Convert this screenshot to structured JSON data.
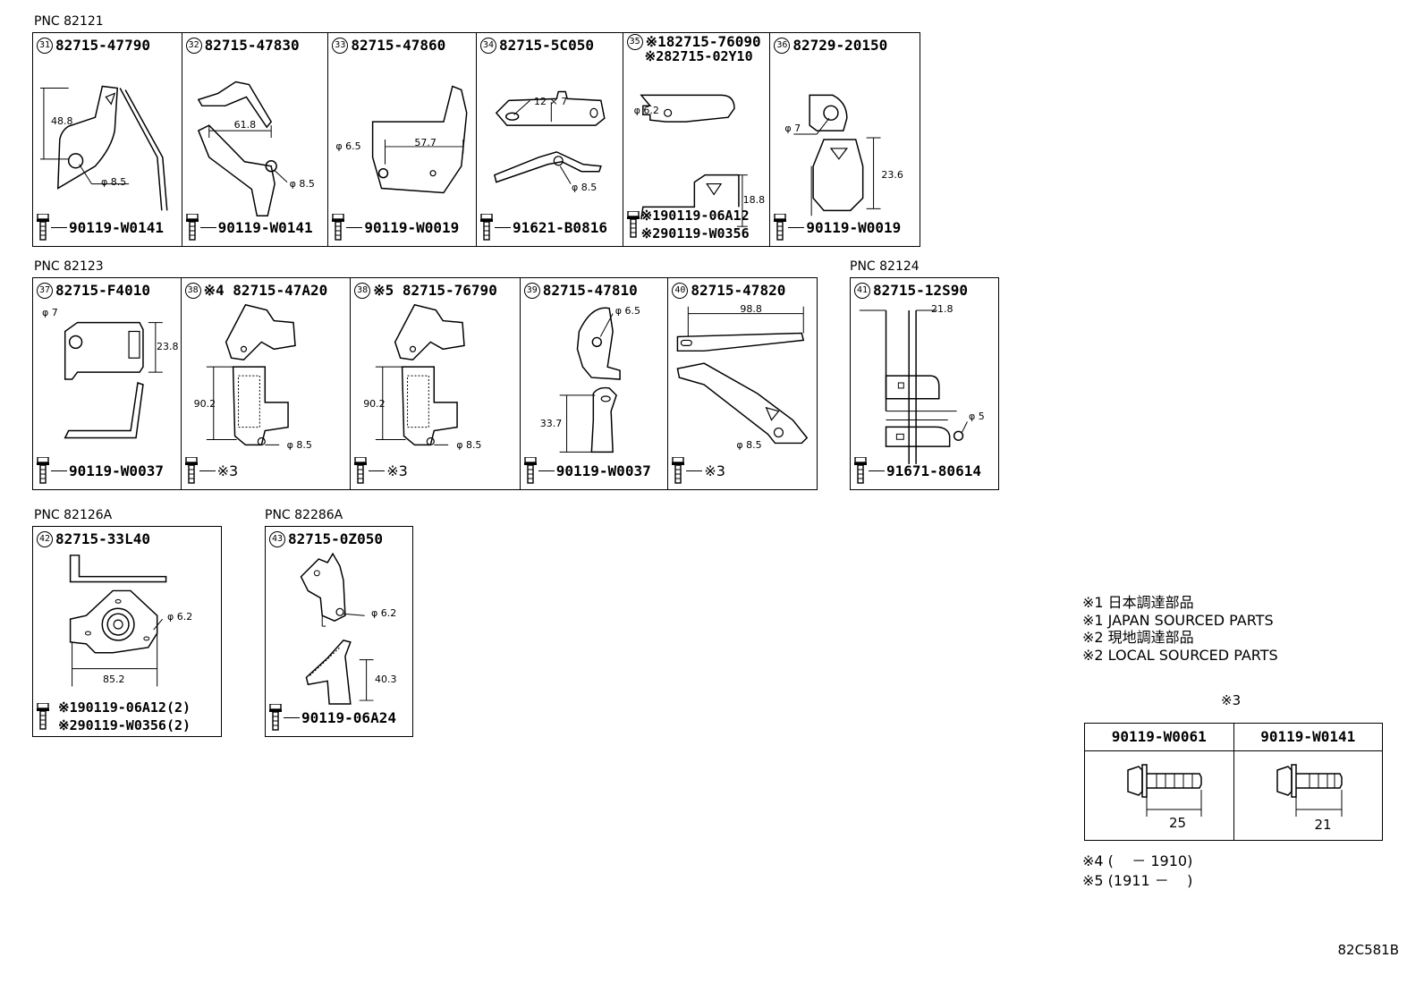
{
  "pnc_labels": [
    "PNC 82121",
    "PNC 82123",
    "PNC 82124",
    "PNC 82126A",
    "PNC 82286A"
  ],
  "row1": [
    {
      "no": "31",
      "part": "82715-47790",
      "bolt": "90119-W0141",
      "dims": [
        "48.8",
        "φ 8.5"
      ]
    },
    {
      "no": "32",
      "part": "82715-47830",
      "bolt": "90119-W0141",
      "dims": [
        "61.8",
        "φ 8.5"
      ]
    },
    {
      "no": "33",
      "part": "82715-47860",
      "bolt": "90119-W0019",
      "dims": [
        "φ 6.5",
        "57.7"
      ]
    },
    {
      "no": "34",
      "part": "82715-5C050",
      "bolt": "91621-B0816",
      "dims": [
        "12 × 7",
        "φ 8.5"
      ]
    },
    {
      "no": "35",
      "part_a": "※182715-76090",
      "part_b": "※282715-02Y10",
      "bolt_a": "※190119-06A12",
      "bolt_b": "※290119-W0356",
      "dims": [
        "φ 6.2",
        "18.8"
      ]
    },
    {
      "no": "36",
      "part": "82729-20150",
      "bolt": "90119-W0019",
      "dims": [
        "φ 7",
        "23.6"
      ]
    }
  ],
  "row2": [
    {
      "no": "37",
      "part": "82715-F4010",
      "bolt": "90119-W0037",
      "dims": [
        "φ 7",
        "23.8"
      ]
    },
    {
      "no": "38",
      "part": "※4 82715-47A20",
      "bolt": "※3",
      "dims": [
        "90.2",
        "φ 8.5"
      ]
    },
    {
      "no": "38",
      "part": "※5 82715-76790",
      "bolt": "※3",
      "dims": [
        "90.2",
        "φ 8.5"
      ]
    },
    {
      "no": "39",
      "part": "82715-47810",
      "bolt": "90119-W0037",
      "dims": [
        "φ 6.5",
        "33.7"
      ]
    },
    {
      "no": "40",
      "part": "82715-47820",
      "bolt": "※3",
      "dims": [
        "98.8",
        "φ 8.5"
      ]
    }
  ],
  "row2b": [
    {
      "no": "41",
      "part": "82715-12S90",
      "bolt": "91671-80614",
      "dims": [
        "21.8",
        "φ 5"
      ]
    }
  ],
  "row3a": {
    "no": "42",
    "part": "82715-33L40",
    "bolt_a": "※190119-06A12(2)",
    "bolt_b": "※290119-W0356(2)",
    "dims": [
      "φ 6.2",
      "85.2"
    ]
  },
  "row3b": {
    "no": "43",
    "part": "82715-0Z050",
    "bolt": "90119-06A24",
    "dims": [
      "φ 6.2",
      "40.3"
    ]
  },
  "notes": [
    "※1 日本調達部品",
    "※1 JAPAN SOURCED PARTS",
    "※2 現地調達部品",
    "※2 LOCAL SOURCED PARTS"
  ],
  "ref3": {
    "title": "※3",
    "cols": [
      {
        "part": "90119-W0061",
        "len": "25"
      },
      {
        "part": "90119-W0141",
        "len": "21"
      }
    ]
  },
  "dates": [
    "※4 (    － 1910)",
    "※5 (1911 －    )"
  ],
  "image_code": "82C581B"
}
